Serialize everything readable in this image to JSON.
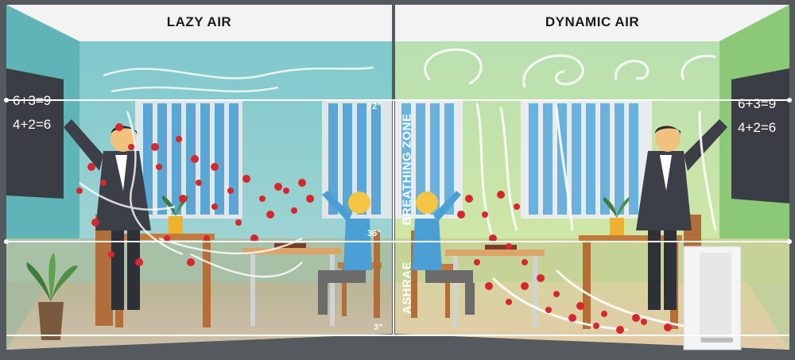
{
  "panels": {
    "left_title": "LAZY AIR",
    "right_title": "DYNAMIC AIR"
  },
  "zones": {
    "breathing": "BREATHING ZONE",
    "ashrae": "ASHRAE"
  },
  "markers": {
    "top": "72\"",
    "middle": "36\"",
    "bottom": "3\""
  },
  "chalkboard": {
    "line1": "6+3=9",
    "line2": "4+2=6"
  },
  "colors": {
    "virus_red": "#d8262e",
    "lazy_wall": "#8fcfd1",
    "dynamic_wall": "#b9e0ad"
  }
}
